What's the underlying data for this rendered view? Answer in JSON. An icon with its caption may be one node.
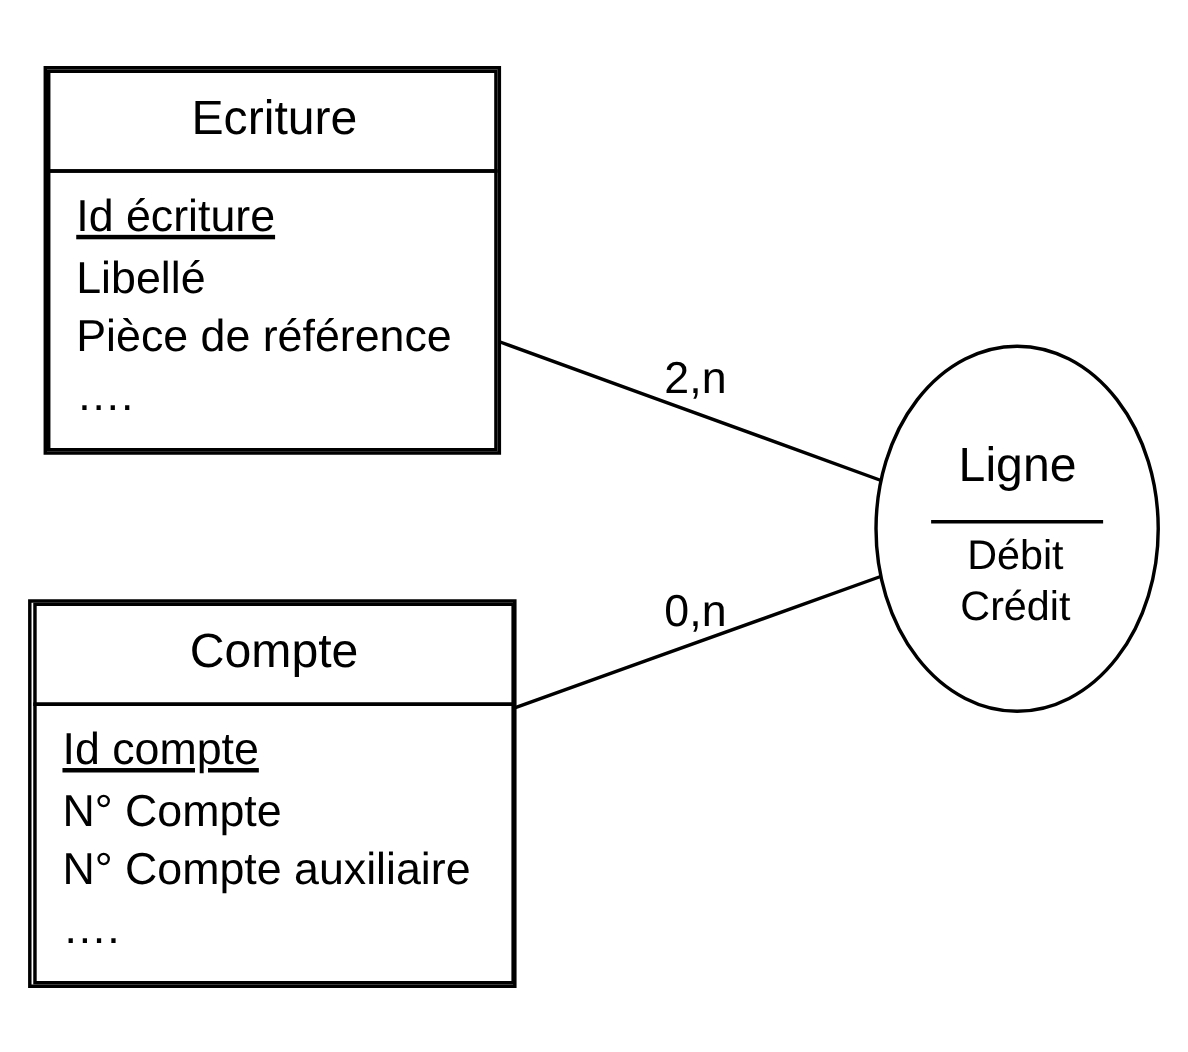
{
  "diagram": {
    "nodes": [
      {
        "text": [
          "Ecriture",
          "Id écriture",
          "Libellé",
          "Pièce de référence",
          "…."
        ]
      },
      {
        "text": [
          "Compte",
          "Id compte",
          "N° Compte",
          "N° Compte auxiliaire",
          "…."
        ]
      },
      {
        "text": [
          "Ligne",
          "Débit",
          "Crédit"
        ]
      }
    ],
    "edges": [
      {
        "from": 0,
        "to": 2,
        "arrow": "none",
        "label": "2,n"
      },
      {
        "from": 1,
        "to": 2,
        "arrow": "none",
        "label": "0,n"
      }
    ]
  }
}
